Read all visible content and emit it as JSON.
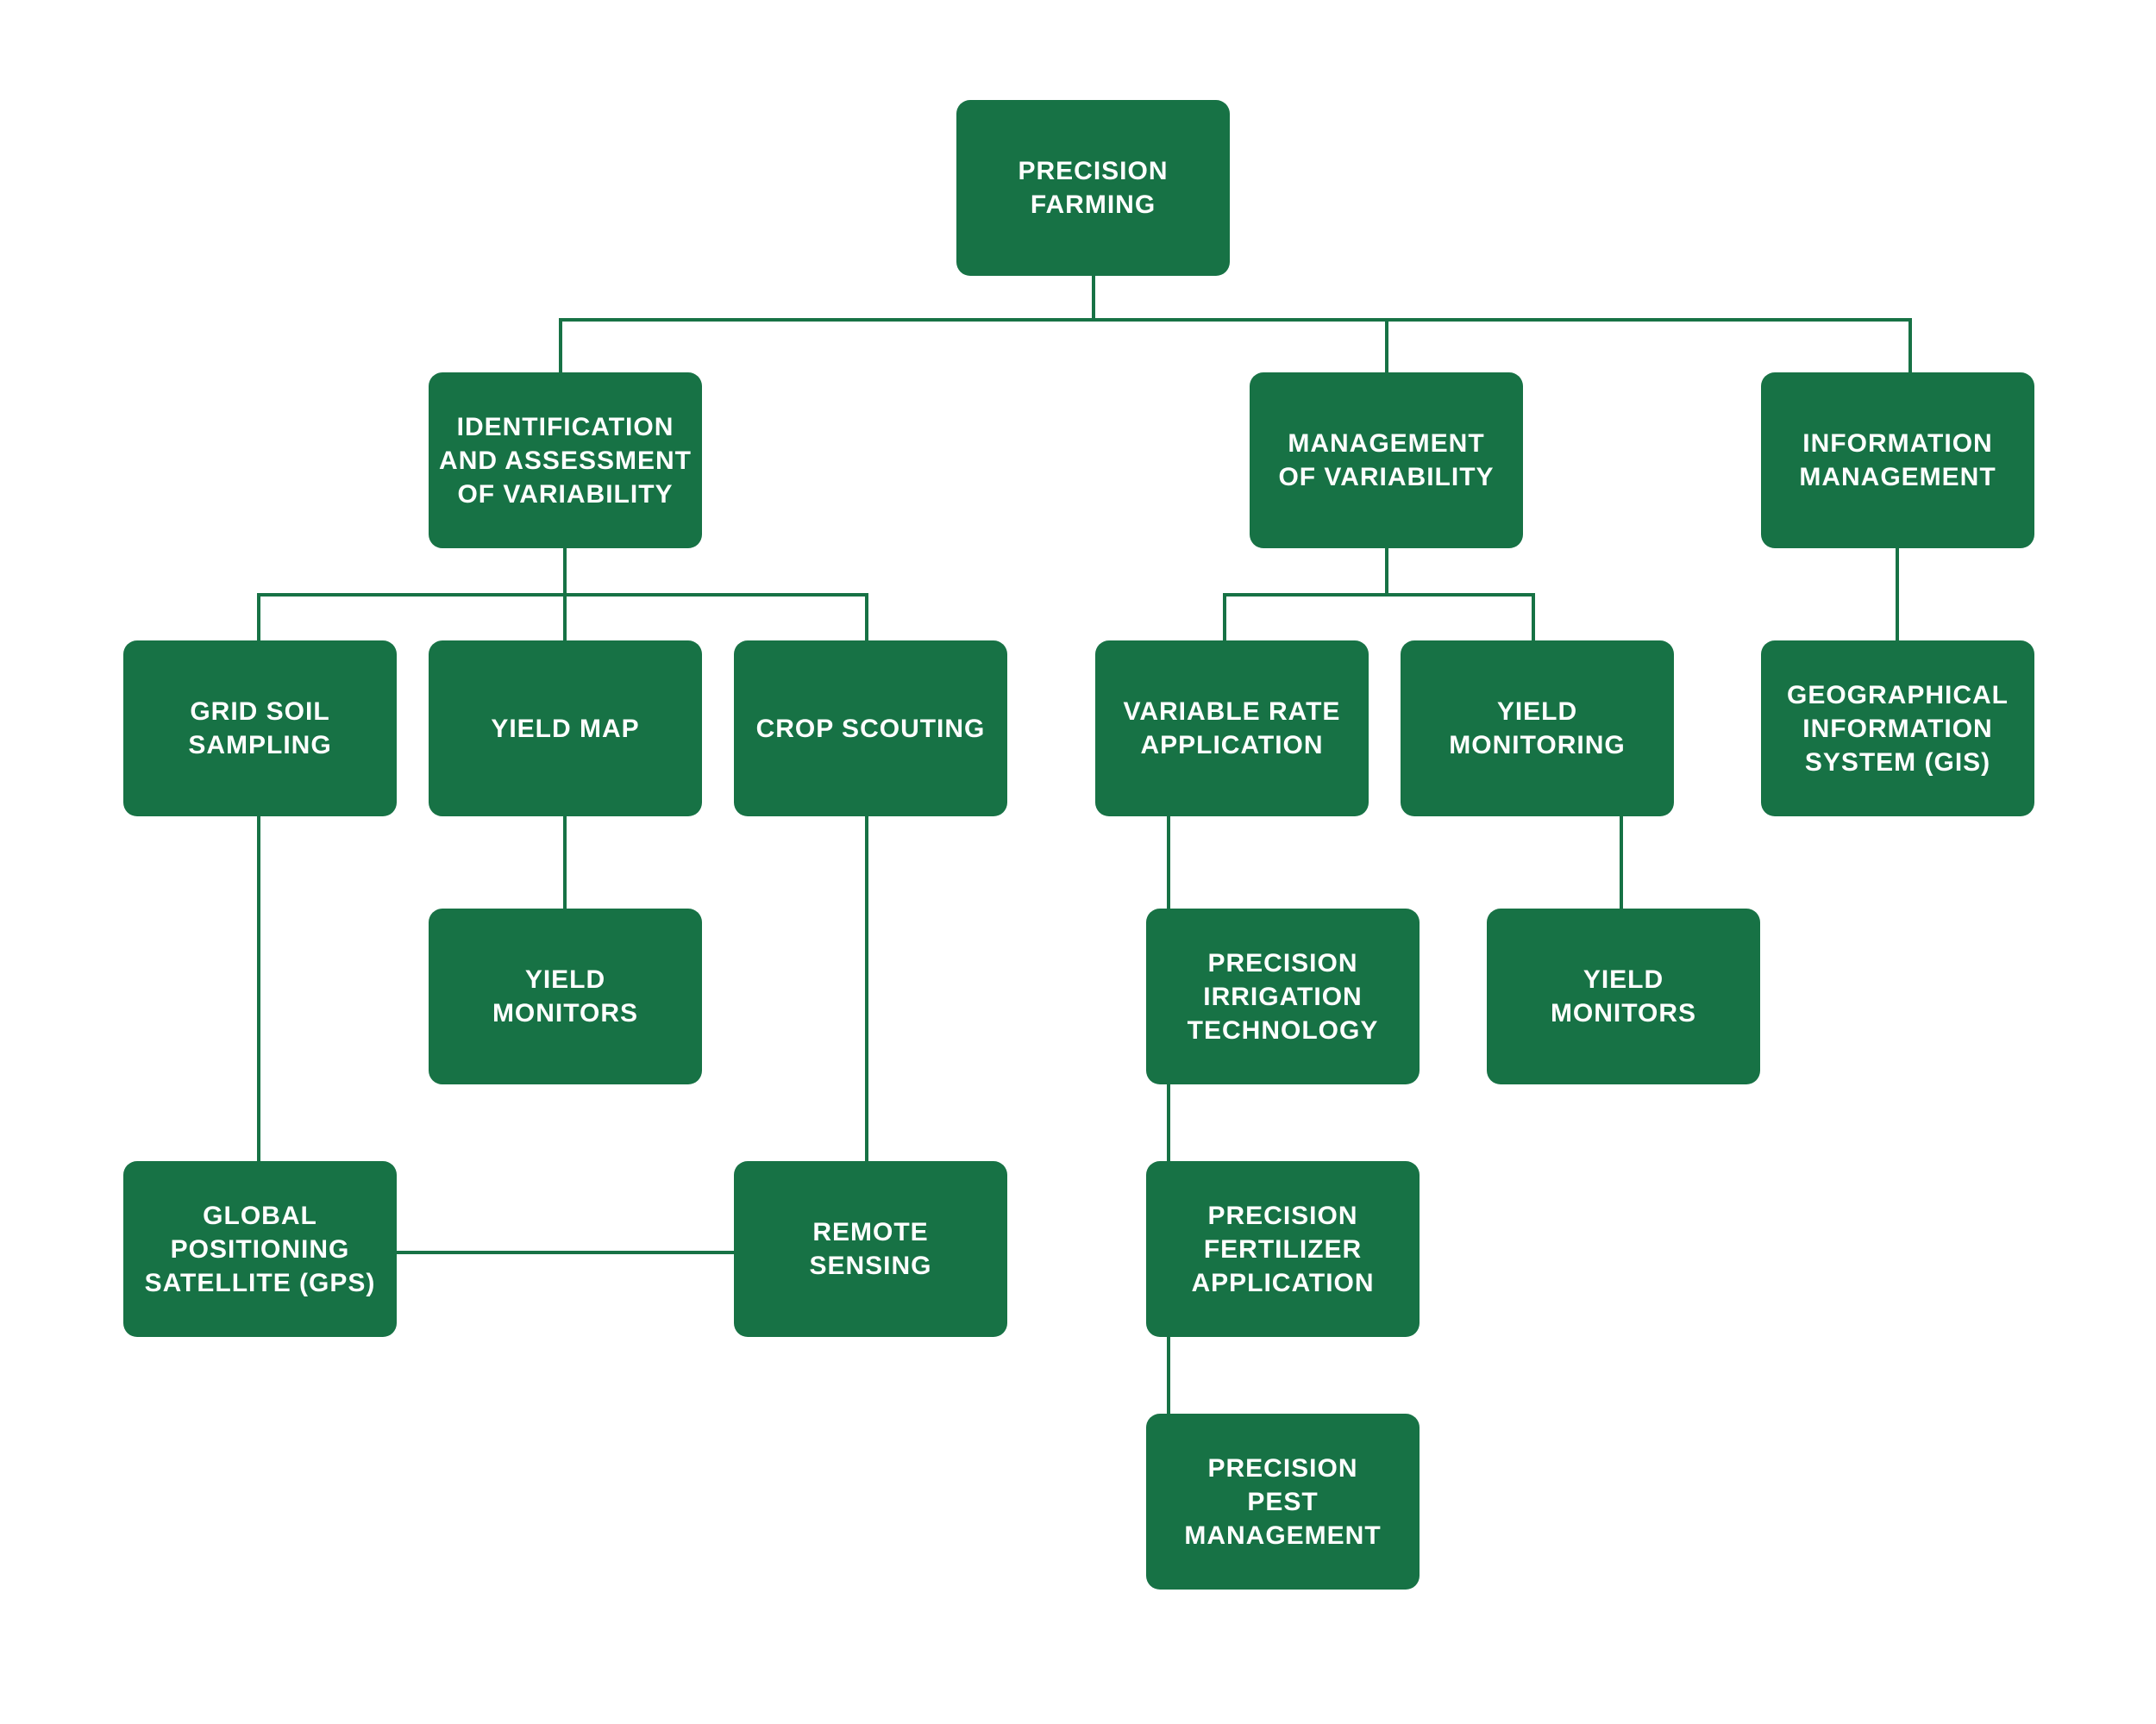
{
  "colors": {
    "node_fill": "#177245",
    "node_text": "#ffffff",
    "connector": "#177245",
    "background": "#ffffff"
  },
  "diagram": {
    "root": "PRECISION\nFARMING",
    "identification": "IDENTIFICATION\nAND ASSESSMENT\nOF VARIABILITY",
    "management": "MANAGEMENT\nOF VARIABILITY",
    "information": "INFORMATION\nMANAGEMENT",
    "grid_soil": "GRID SOIL\nSAMPLING",
    "yield_map": "YIELD MAP",
    "crop_scouting": "CROP SCOUTING",
    "variable_rate": "VARIABLE RATE\nAPPLICATION",
    "yield_monitoring": "YIELD\nMONITORING",
    "gis": "GEOGRAPHICAL\nINFORMATION\nSYSTEM (GIS)",
    "yield_monitors_1": "YIELD\nMONITORS",
    "irrigation": "PRECISION\nIRRIGATION\nTECHNOLOGY",
    "yield_monitors_2": "YIELD\nMONITORS",
    "gps": "GLOBAL\nPOSITIONING\nSATELLITE (GPS)",
    "remote_sensing": "REMOTE\nSENSING",
    "fertilizer": "PRECISION\nFERTILIZER\nAPPLICATION",
    "pest": "PRECISION\nPEST\nMANAGEMENT"
  }
}
